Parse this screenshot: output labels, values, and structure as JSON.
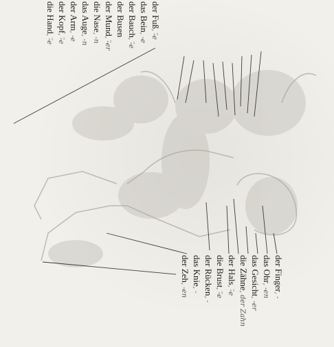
{
  "page": {
    "left_column": [
      {
        "word": "die Hand",
        "note": "-̈e"
      },
      {
        "word": "der Kopf",
        "note": "-̈e"
      },
      {
        "word": "der Arm",
        "note": "-e"
      },
      {
        "word": "das Auge",
        "note": "-n"
      },
      {
        "word": "die Nase",
        "note": "-n"
      },
      {
        "word": "der Mund",
        "note": "-̈er"
      },
      {
        "word": "der Busen",
        "note": ""
      },
      {
        "word": "der Bauch",
        "note": "-̈e"
      },
      {
        "word": "das Bein",
        "note": "-e"
      },
      {
        "word": "der Fuß",
        "note": "-̈e"
      }
    ],
    "right_column": [
      {
        "word": "der Finger",
        "note": "-"
      },
      {
        "word": "das Ohr",
        "note": "-en"
      },
      {
        "word": "das Gesicht",
        "note": "-er"
      },
      {
        "word": "die Zähne",
        "note": "der Zahn"
      },
      {
        "word": "der Hals",
        "note": "-̈e"
      },
      {
        "word": "die Brust",
        "note": "-̈e"
      },
      {
        "word": "der Rücken",
        "note": "-"
      },
      {
        "word": "das Knie",
        "note": "-"
      },
      {
        "word": "der Zeh",
        "note": "-en"
      }
    ]
  }
}
